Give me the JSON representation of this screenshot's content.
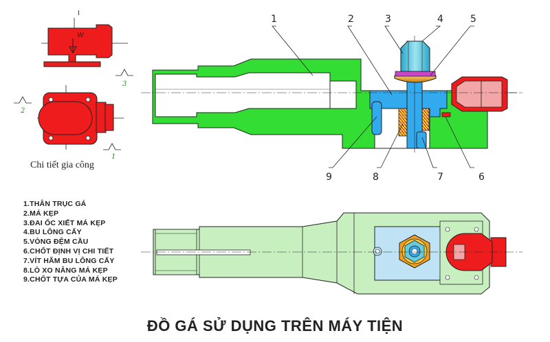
{
  "title": "ĐỒ GÁ SỬ DỤNG TRÊN MÁY TIỆN",
  "workpiece_caption": "Chi tiết gia công",
  "part_marks": {
    "top_view_roman": "I",
    "force_label": "W",
    "datum_3": "3",
    "datum_2": "2",
    "datum_1": "1"
  },
  "callouts": [
    "1",
    "2",
    "3",
    "4",
    "5",
    "6",
    "7",
    "8",
    "9"
  ],
  "legend": [
    "1.THÂN TRỤC GÁ",
    "2.MÁ KẸP",
    "3.ĐAI ỐC XIẾT MÁ KẸP",
    "4.BU LÔNG CẤY",
    "5.VÒNG ĐỆM CẦU",
    "6.CHỐT ĐỊNH VỊ CHI TIẾT",
    "7.VÍT HÃM BU LÔNG CẤY",
    "8.LÒ XO NÂNG MÁ KẸP",
    "9.CHỐT TỰA CỦA MÁ KẸP"
  ],
  "colors": {
    "body_green": "#33dd33",
    "plan_green": "#c8efc0",
    "clamp_blue": "#33aaee",
    "plan_blue": "#bfe3f5",
    "nut_teal": "#66ccdd",
    "washer_orange": "#f0a020",
    "workpiece_red": "#ee1c1c",
    "workpiece_pink": "#f3a6a6",
    "outline": "#222222"
  }
}
